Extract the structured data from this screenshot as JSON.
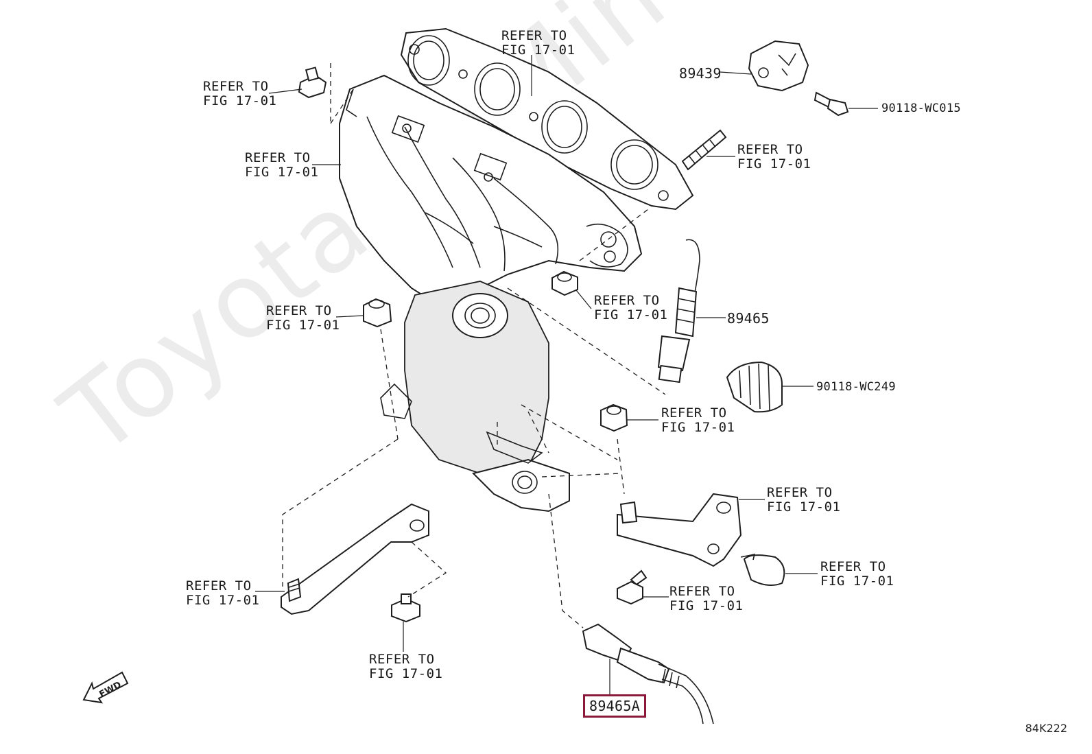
{
  "watermark": "ToyotaCarMine.ru",
  "figure_id": "84K222",
  "direction_marker": "FWD",
  "refer_label": {
    "line1": "REFER TO",
    "line2": "FIG 17-01"
  },
  "parts": {
    "cover": "89439",
    "bolt": "90118-WC015",
    "sensor_upper": "89465",
    "clamp": "90118-WC249",
    "sensor_lower": "89465A"
  },
  "colors": {
    "highlight": "#8b1a3a",
    "line": "#1e1e1e",
    "watermark": "#ececec"
  }
}
